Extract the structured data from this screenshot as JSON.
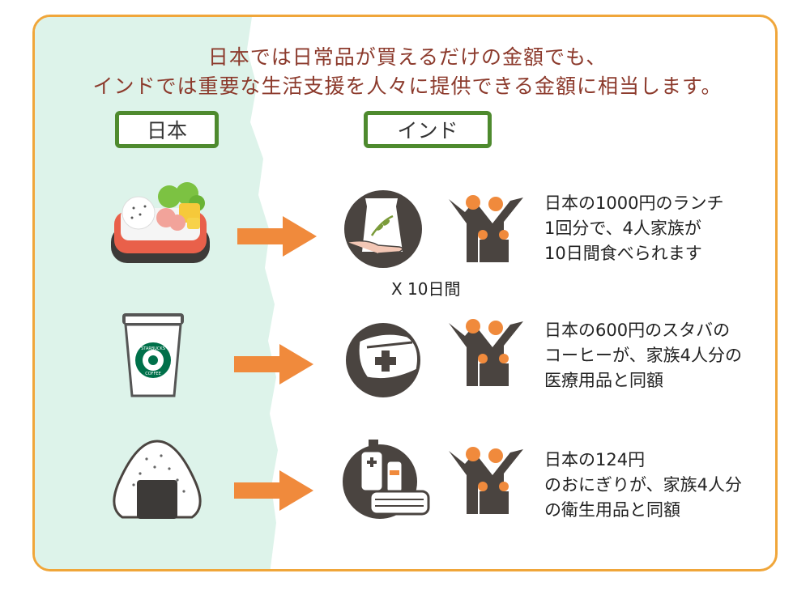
{
  "headline": {
    "line1": "日本では日常品が買えるだけの金額でも、",
    "line2": "インドでは重要な生活支援を人々に提供できる金額に相当します。"
  },
  "labels": {
    "japan": "日本",
    "india": "インド"
  },
  "rows": [
    {
      "japan_icon": "bento-box-icon",
      "india_icon": "food-package-icon",
      "family_icon": "family-icon",
      "desc": [
        "日本の1000円のランチ",
        "1回分で、4人家族が",
        "10日間食べられます"
      ]
    },
    {
      "japan_icon": "coffee-cup-icon",
      "japan_icon_text": [
        "STARBUCKS",
        "COFFEE"
      ],
      "india_icon": "first-aid-kit-icon",
      "family_icon": "family-icon",
      "desc": [
        "日本の600円のスタバの",
        "コーヒーが、家族4人分の",
        "医療用品と同額"
      ]
    },
    {
      "japan_icon": "onigiri-icon",
      "india_icon": "hygiene-products-icon",
      "family_icon": "family-icon",
      "desc": [
        "日本の124円",
        "のおにぎりが、家族4人分",
        "の衛生用品と同額"
      ]
    }
  ],
  "note": "X 10日間",
  "colors": {
    "frame": "#f0a63a",
    "mint": "#ddf3ea",
    "headline": "#8c3a2c",
    "label_border": "#4e8a2e",
    "arrow": "#f08a3c",
    "icon_dark": "#4a4440",
    "family_head": "#f08a3c"
  }
}
